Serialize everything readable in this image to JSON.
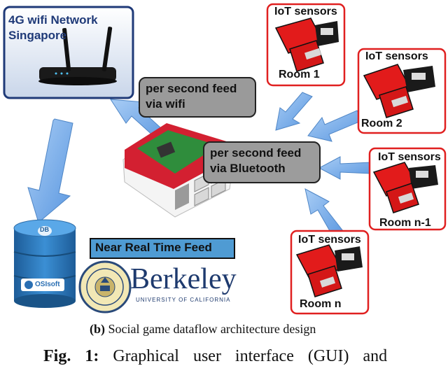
{
  "network": {
    "title_line1": "4G wifi Network",
    "title_line2": "Singapore"
  },
  "feeds": {
    "wifi_line1": "per second feed",
    "wifi_line2": "via wifi",
    "bt_line1": "per second feed",
    "bt_line2": "via Bluetooth"
  },
  "sensors": [
    {
      "heading": "IoT sensors",
      "room": "Room 1"
    },
    {
      "heading": "IoT sensors",
      "room": "Room 2"
    },
    {
      "heading": "IoT sensors",
      "room": "Room n-1"
    },
    {
      "heading": "IoT sensors",
      "room": "Room n"
    }
  ],
  "database": {
    "icon_text": "DB",
    "vendor": "OSIsoft"
  },
  "realtime_label": "Near Real Time Feed",
  "berkeley": {
    "name": "Berkeley",
    "sub": "UNIVERSITY OF CALIFORNIA"
  },
  "caption": {
    "tag": "(b)",
    "text": "Social game dataflow architecture design"
  },
  "fig_line": {
    "fig": "Fig. 1:",
    "text": "Graphical user interface (GUI) and"
  },
  "colors": {
    "arrow": "#6fa8e8",
    "sensor_border": "#e02020",
    "network_border": "#1f3a78",
    "feed_box": "#9a9a9a",
    "realtime_box": "#4f9bd3"
  }
}
